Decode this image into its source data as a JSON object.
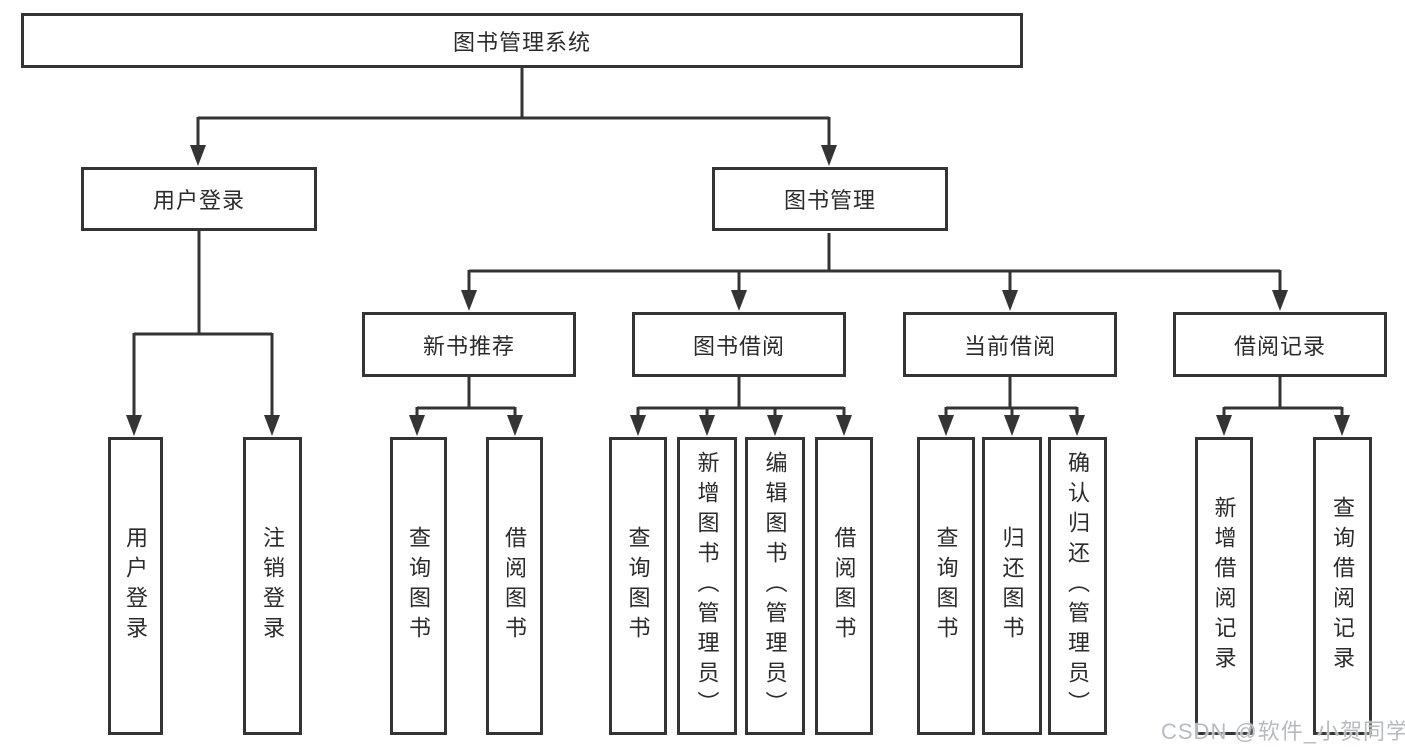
{
  "tree": {
    "root": {
      "label": "图书管理系统",
      "children": [
        {
          "label": "用户登录",
          "children": [
            {
              "label": "用户登录"
            },
            {
              "label": "注销登录"
            }
          ]
        },
        {
          "label": "图书管理",
          "children": [
            {
              "label": "新书推荐",
              "children": [
                {
                  "label": "查询图书"
                },
                {
                  "label": "借阅图书"
                }
              ]
            },
            {
              "label": "图书借阅",
              "children": [
                {
                  "label": "查询图书"
                },
                {
                  "label": "新增图书（管理员）"
                },
                {
                  "label": "编辑图书（管理员）"
                },
                {
                  "label": "借阅图书"
                }
              ]
            },
            {
              "label": "当前借阅",
              "children": [
                {
                  "label": "查询图书"
                },
                {
                  "label": "归还图书"
                },
                {
                  "label": "确认归还（管理员）"
                }
              ]
            },
            {
              "label": "借阅记录",
              "children": [
                {
                  "label": "新增借阅记录"
                },
                {
                  "label": "查询借阅记录"
                }
              ]
            }
          ]
        }
      ]
    }
  },
  "watermark": {
    "text": "CSDN @软件_小贺同学"
  },
  "colors": {
    "line": "#343434",
    "box_border": "#343434",
    "box_fill": "#ffffff",
    "text": "#2b2b2b",
    "watermark_text": "#b7bbbf",
    "background": "#ffffff"
  }
}
